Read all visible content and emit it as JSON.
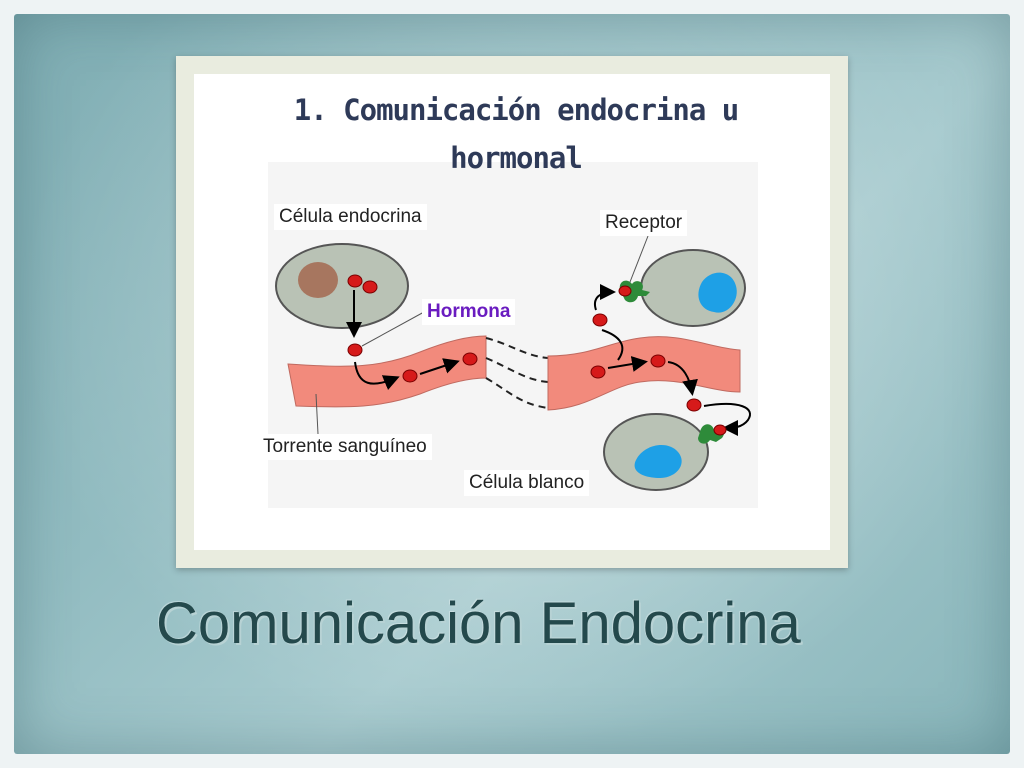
{
  "diagram": {
    "title": "1. Comunicación endocrina u hormonal",
    "labels": {
      "endocrine_cell": "Célula endocrina",
      "receptor": "Receptor",
      "hormone": "Hormona",
      "bloodstream": "Torrente sanguíneo",
      "target_cell": "Célula blanco"
    },
    "colors": {
      "vessel": "#f28a7c",
      "hormone": "#d61a1a",
      "cell": "#b9c2b5",
      "nucleus_endocrine": "#a7765f",
      "nucleus_target": "#1ea0e6",
      "receptor": "#2e8b3a",
      "hormone_label": "#6a1cc0"
    }
  },
  "slide": {
    "title": "Comunicación Endocrina"
  }
}
